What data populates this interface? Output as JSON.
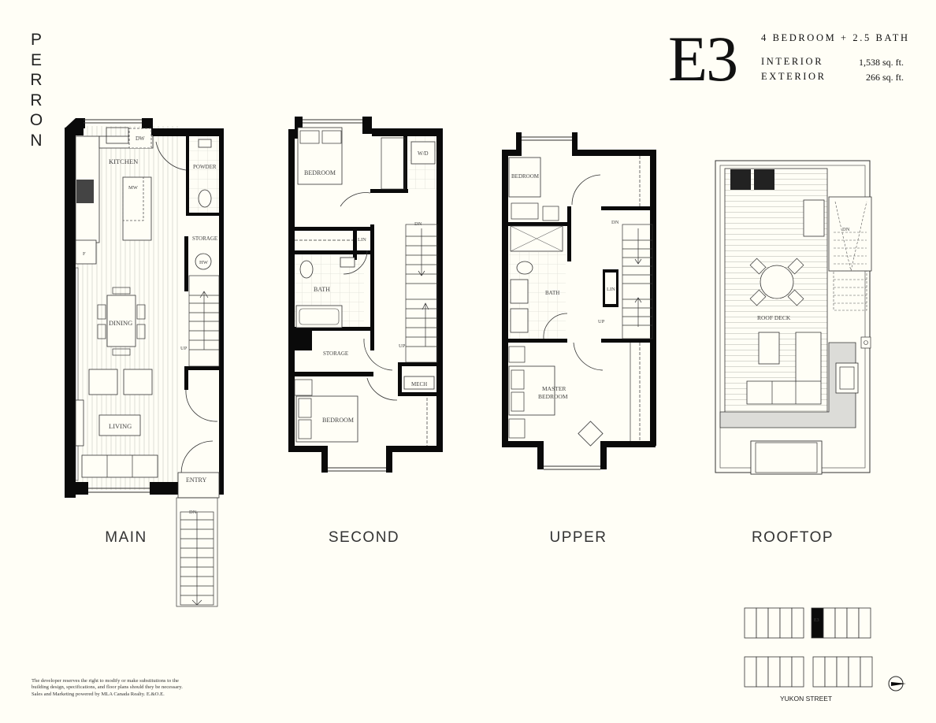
{
  "brand": {
    "letters": [
      "P",
      "E",
      "R",
      "R",
      "O",
      "N"
    ],
    "name": "PERRON"
  },
  "unit": {
    "code": "E3",
    "bedrooms_baths": "4 BEDROOM + 2.5 BATH",
    "interior_label": "INTERIOR",
    "interior_value": "1,538 sq. ft.",
    "exterior_label": "EXTERIOR",
    "exterior_value": "266 sq. ft."
  },
  "levels": [
    {
      "id": "main",
      "label": "MAIN",
      "rooms": [
        "KITCHEN",
        "DW",
        "MW",
        "POWDER",
        "STORAGE",
        "HW",
        "F",
        "DINING",
        "LIVING",
        "ENTRY",
        "UP",
        "DN"
      ]
    },
    {
      "id": "second",
      "label": "SECOND",
      "rooms": [
        "BEDROOM",
        "W/D",
        "LIN",
        "BATH",
        "STORAGE",
        "MECH",
        "BEDROOM",
        "DN",
        "UP"
      ]
    },
    {
      "id": "upper",
      "label": "UPPER",
      "rooms": [
        "BEDROOM",
        "BATH",
        "LIN",
        "MASTER BEDROOM",
        "DN",
        "UP"
      ]
    },
    {
      "id": "rooftop",
      "label": "ROOFTOP",
      "rooms": [
        "ROOF DECK",
        "DN"
      ]
    }
  ],
  "labels": {
    "kitchen": "KITCHEN",
    "dw": "DW",
    "mw": "MW",
    "powder": "POWDER",
    "storage": "STORAGE",
    "hw": "HW",
    "fridge": "F",
    "dining": "DINING",
    "living": "LIVING",
    "entry": "ENTRY",
    "up": "UP",
    "dn": "DN",
    "bedroom": "BEDROOM",
    "wd": "W/D",
    "lin": "LIN",
    "bath": "BATH",
    "mech": "MECH",
    "master1": "MASTER",
    "master2": "BEDROOM",
    "roof_deck": "ROOF DECK"
  },
  "keyplan": {
    "highlighted_unit": "E3",
    "street": "YUKON STREET",
    "north_arrow": "north-arrow"
  },
  "disclaimer": [
    "The developer reserves the right to modify or make substitutions to the",
    "building design, specifications, and floor plans should they be necessary.",
    "Sales and Marketing powered by MLA Canada Realty. E.&O.E."
  ],
  "colors": {
    "background": "#fffef6",
    "wall": "#0a0a0a",
    "line": "#333333",
    "deck_shade": "#dcdcd8"
  }
}
